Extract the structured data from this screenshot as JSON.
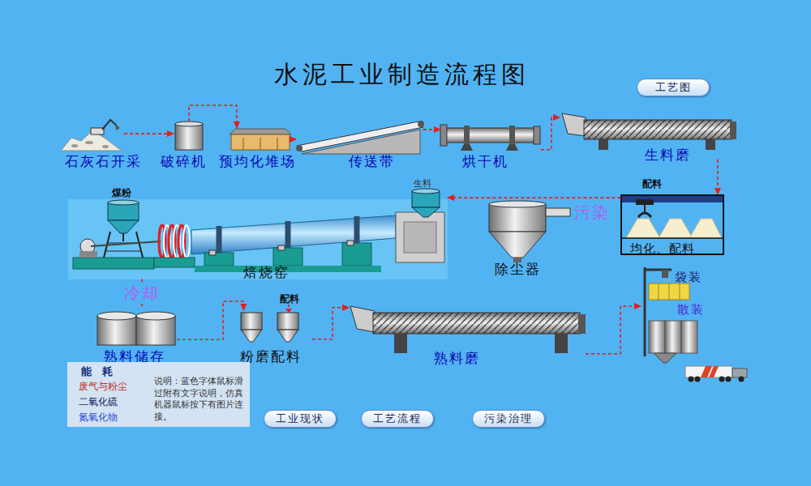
{
  "diagram": {
    "title": "水泥工业制造流程图",
    "nodes": [
      {
        "text": [
          "工艺图"
        ]
      },
      {
        "text": [
          "石灰石开采"
        ]
      },
      {
        "text": [
          "破碎机"
        ]
      },
      {
        "text": [
          "预均化堆场"
        ]
      },
      {
        "text": [
          "传送带"
        ]
      },
      {
        "text": [
          "烘干机"
        ]
      },
      {
        "text": [
          "生料磨"
        ]
      },
      {
        "text": [
          "煤粉",
          "生料",
          "焙烧窑"
        ]
      },
      {
        "text": [
          "污染",
          "除尘器"
        ]
      },
      {
        "text": [
          "配料",
          "均化、配料"
        ]
      },
      {
        "text": [
          "熟料储存"
        ]
      },
      {
        "text": [
          "配料",
          "粉磨配料"
        ]
      },
      {
        "text": [
          "熟料磨"
        ]
      },
      {
        "text": [
          "袋装",
          "散装"
        ]
      },
      {
        "text": [
          "能 耗",
          "废气与粉尘",
          "二氧化硫",
          "氮氧化物",
          "说明：蓝色字体鼠标滑过附有文字说明，仿真机器鼠标按下有图片连接。"
        ]
      },
      {
        "text": [
          "工业现状"
        ]
      },
      {
        "text": [
          "工艺流程"
        ]
      },
      {
        "text": [
          "污染治理"
        ]
      }
    ],
    "edges": [
      {
        "from": 1,
        "to": 2,
        "arrow": "to"
      },
      {
        "from": 2,
        "to": 3,
        "arrow": "to"
      },
      {
        "from": 3,
        "to": 4,
        "arrow": "to"
      },
      {
        "from": 4,
        "to": 5,
        "arrow": "to"
      },
      {
        "from": 5,
        "to": 6,
        "arrow": "to"
      },
      {
        "from": 6,
        "to": 9,
        "arrow": "to"
      },
      {
        "from": 9,
        "to": 7,
        "arrow": "to"
      },
      {
        "from": 7,
        "to": 10,
        "label": "冷却",
        "arrow": "to"
      },
      {
        "from": 10,
        "to": 11,
        "arrow": "to"
      },
      {
        "from": 11,
        "to": 12,
        "arrow": "to"
      },
      {
        "from": 12,
        "to": 13,
        "arrow": "to"
      }
    ]
  }
}
